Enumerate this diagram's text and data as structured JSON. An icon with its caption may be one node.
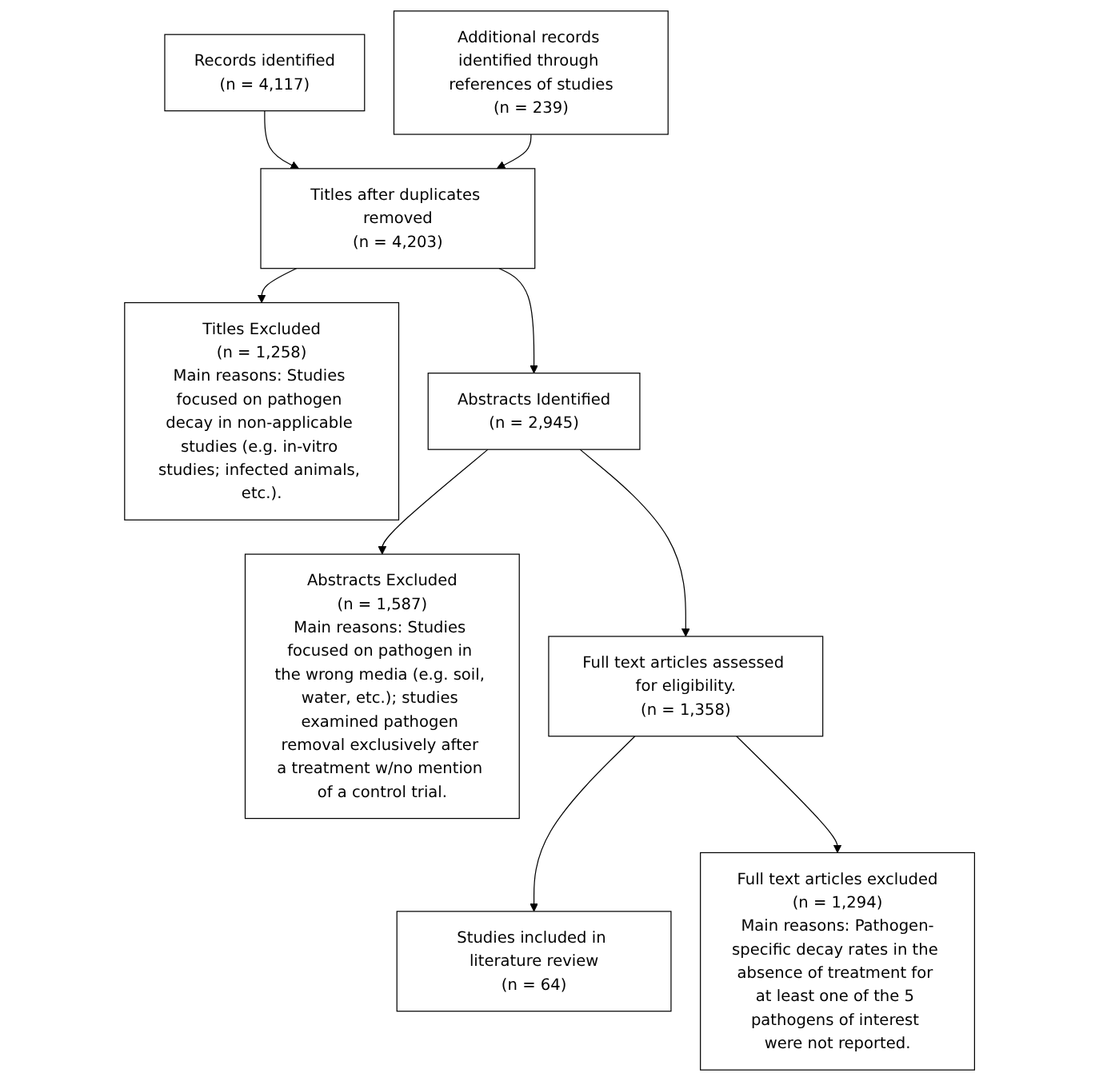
{
  "diagram": {
    "nodes": [
      {
        "text": [
          "Records identified",
          "(n = 4,117)"
        ]
      },
      {
        "text": [
          "Additional records identified through references of studies",
          "(n = 239)"
        ]
      },
      {
        "text": [
          "Titles after duplicates removed",
          "(n = 4,203)"
        ]
      },
      {
        "text": [
          "Titles Excluded",
          "(n = 1,258)",
          "Main reasons: Studies focused on pathogen decay in non-applicable studies (e.g. in-vitro studies; infected animals, etc.)."
        ]
      },
      {
        "text": [
          "Abstracts Identified",
          "(n = 2,945)"
        ]
      },
      {
        "text": [
          "Abstracts Excluded",
          "(n = 1,587)",
          "Main reasons: Studies focused on pathogen in the wrong media (e.g. soil, water, etc.); studies examined pathogen removal exclusively after a treatment w/no mention of a control trial."
        ]
      },
      {
        "text": [
          "Full text articles assessed for eligibility.",
          "(n = 1,358)"
        ]
      },
      {
        "text": [
          "Full text articles excluded",
          "(n = 1,294)",
          "Main reasons: Pathogen-specific decay rates in the absence of treatment for at least one of the 5 pathogens of interest were not reported."
        ]
      },
      {
        "text": [
          "Studies included in literature review",
          "(n = 64)"
        ]
      }
    ],
    "edges": [
      {
        "from": 0,
        "to": 2,
        "arrow": "to"
      },
      {
        "from": 1,
        "to": 2,
        "arrow": "to"
      },
      {
        "from": 2,
        "to": 4,
        "arrow": "to"
      },
      {
        "from": 2,
        "to": 3,
        "arrow": "to"
      },
      {
        "from": 4,
        "to": 6,
        "arrow": "to"
      },
      {
        "from": 4,
        "to": 5,
        "arrow": "to"
      },
      {
        "from": 6,
        "to": 8,
        "arrow": "to"
      },
      {
        "from": 6,
        "to": 7,
        "arrow": "to"
      }
    ]
  }
}
